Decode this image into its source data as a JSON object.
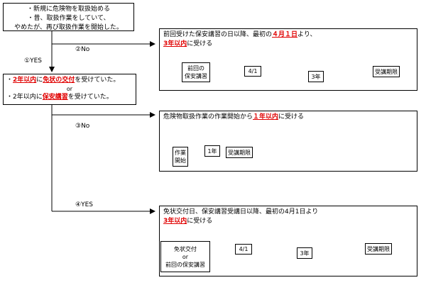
{
  "start_box": {
    "line1": "・新規に危険物を取扱始める",
    "line2": "・昔、取扱作業をしていて、",
    "line3": "やめたが、再び取扱作業を開始した。"
  },
  "branch_labels": {
    "no1": "②No",
    "yes1": "①YES",
    "no2": "③No",
    "yes2": "④YES"
  },
  "condition_box": {
    "line1_pre": "・",
    "line1_red": "2年以内",
    "line1_mid": "に",
    "line1_red2": "免状の交付",
    "line1_post": "を受けていた。",
    "or": "or",
    "line2_pre": "・2年以内に",
    "line2_red": "保安講習",
    "line2_post": "を受けていた。"
  },
  "result1": {
    "text_pre": "前回受けた保安講習の日以降、最初の",
    "text_red": "４月１日",
    "text_post": "より、",
    "text2_red": "3年以内",
    "text2_post": "に受ける",
    "tl_start": "前回の\n保安講習",
    "tl_date": "4/1",
    "tl_span": "3年",
    "tl_end": "受講期限"
  },
  "result2": {
    "text_pre": "危険物取扱作業の作業開始から",
    "text_red": "１年以内",
    "text_post": "に受ける",
    "tl_start": "作業\n開始",
    "tl_span": "1年",
    "tl_end": "受講期限"
  },
  "result3": {
    "text_pre": "免状交付日、保安講習受講日以降、最初の4月1日より",
    "text2_red": "3年以内",
    "text2_post": "に受ける",
    "tl_start1": "免状交付",
    "tl_start_or": "or",
    "tl_start2": "前回の保安講習",
    "tl_date": "4/1",
    "tl_span": "3年",
    "tl_end": "受講期限"
  }
}
